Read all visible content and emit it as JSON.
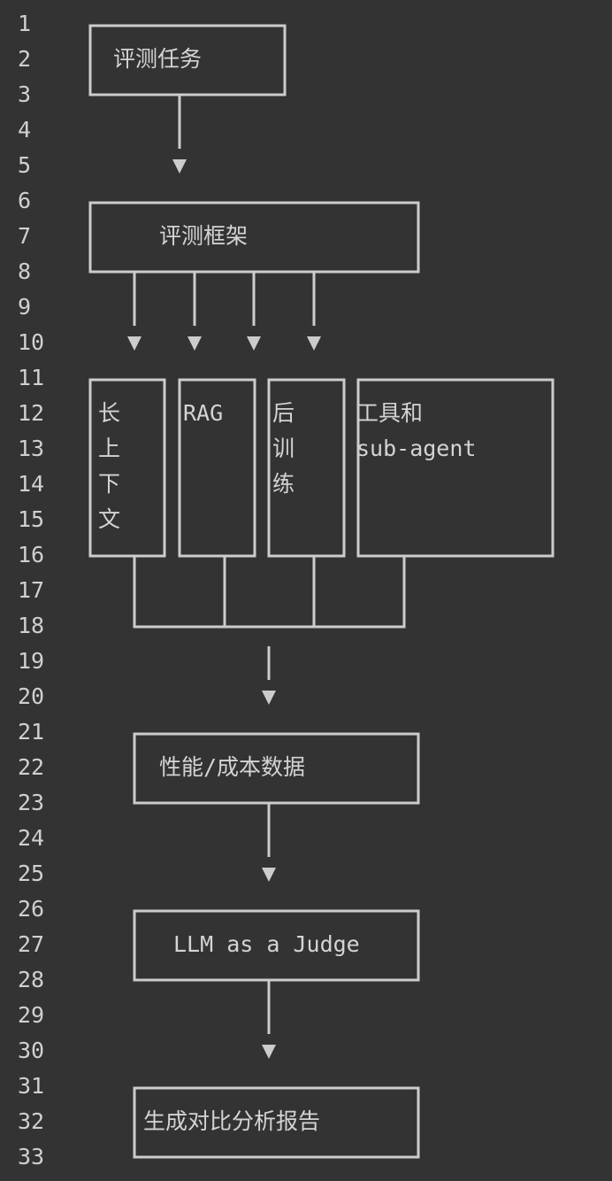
{
  "line_numbers": [
    1,
    2,
    3,
    4,
    5,
    6,
    7,
    8,
    9,
    10,
    11,
    12,
    13,
    14,
    15,
    16,
    17,
    18,
    19,
    20,
    21,
    22,
    23,
    24,
    25,
    26,
    27,
    28,
    29,
    30,
    31,
    32,
    33
  ],
  "diagram": {
    "task": "评测任务",
    "framework": "评测框架",
    "branches": {
      "long_context": [
        "长",
        "上",
        "下",
        "文"
      ],
      "rag": "RAG",
      "post_training": [
        "后",
        "训",
        "练"
      ],
      "tools": [
        "工具和",
        "sub-agent"
      ]
    },
    "perf_cost": "性能/成本数据",
    "judge": "LLM as a Judge",
    "report": "生成对比分析报告"
  },
  "colors": {
    "background": "#333333",
    "line": "#cccccc",
    "text": "#d4d4d4"
  }
}
